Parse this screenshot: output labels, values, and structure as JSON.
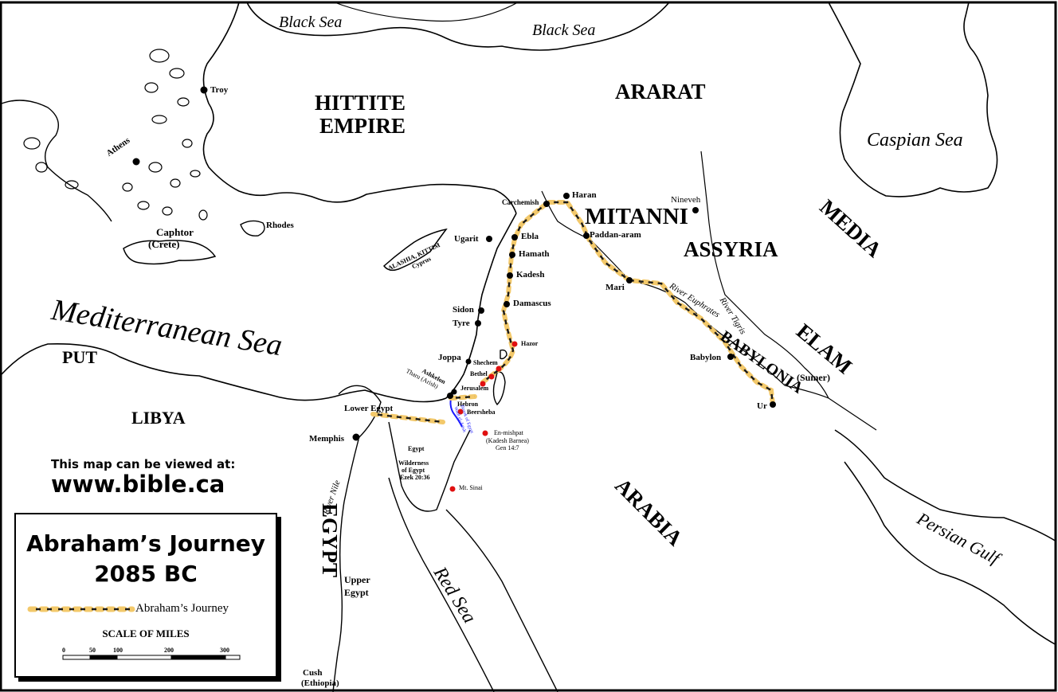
{
  "map": {
    "seas": {
      "black_sea_1": "Black Sea",
      "black_sea_2": "Black Sea",
      "caspian_sea": "Caspian Sea",
      "mediterranean": "Mediterranean Sea",
      "red_sea": "Red Sea",
      "persian_gulf": "Persian Gulf"
    },
    "regions": {
      "hittite_1": "HITTITE",
      "hittite_2": "EMPIRE",
      "ararat": "ARARAT",
      "mitanni": "MITANNI",
      "assyria": "ASSYRIA",
      "media": "MEDIA",
      "elam": "ELAM",
      "babylonia": "BABYLONIA",
      "sumer": "(Sumer)",
      "arabia": "ARABIA",
      "egypt": "EGYPT",
      "put": "PUT",
      "libya": "LIBYA"
    },
    "places": {
      "troy": "Troy",
      "athens": "Athens",
      "caphtor_1": "Caphtor",
      "caphtor_2": "(Crete)",
      "rhodes": "Rhodes",
      "alashia": "ALASHIA, KITTIM",
      "cyprus": "Cyprus",
      "ugarit": "Ugarit",
      "carchemish": "Carchemish",
      "haran": "Haran",
      "nineveh": "Nineveh",
      "paddan_aram": "Paddan-aram",
      "ebla": "Ebla",
      "hamath": "Hamath",
      "kadesh": "Kadesh",
      "damascus": "Damascus",
      "sidon": "Sidon",
      "tyre": "Tyre",
      "mari": "Mari",
      "hazor": "Hazor",
      "joppa": "Joppa",
      "shechem": "Shechem",
      "bethel": "Bethel",
      "ashkelon": "Ashkelon",
      "tharu": "Tharu (Arish)",
      "jerusalem": "Jerusalem",
      "hebron": "Hebron",
      "beersheba": "Beersheba",
      "lower_egypt": "Lower Egypt",
      "memphis": "Memphis",
      "brook_of_egypt": "Brook of Egypt",
      "wadi_arish": "Wadi el-Arish",
      "en_mishpat_1": "En-mishpat",
      "en_mishpat_2": "(Kadesh Barnea)",
      "en_mishpat_3": "Gen 14:7",
      "egypt_small": "Egypt",
      "wilderness_1": "Wilderness",
      "wilderness_2": "of Egypt",
      "wilderness_3": "Ezek 20:36",
      "mt_sinai": "Mt. Sinai",
      "babylon": "Babylon",
      "ur": "Ur",
      "upper_egypt_1": "Upper",
      "upper_egypt_2": "Egypt",
      "cush_1": "Cush",
      "cush_2": "(Ethiopia)",
      "river_nile": "River Nile",
      "river_euphrates": "River Euphrates",
      "river_tigris": "River Tigris"
    },
    "website": {
      "line1": "This map can be viewed at:",
      "line2": "www.bible.ca"
    }
  },
  "legend": {
    "title_1": "Abraham’s Journey",
    "title_2": "2085 BC",
    "journey_label": "Abraham’s Journey",
    "scale_title": "SCALE OF MILES",
    "scale_ticks": [
      "0",
      "50",
      "100",
      "200",
      "300"
    ]
  },
  "colors": {
    "journey_gold": "#f3c96b",
    "journey_black": "#1a1a1a",
    "site_red": "#e01010",
    "brook_blue": "#1a1aff"
  }
}
